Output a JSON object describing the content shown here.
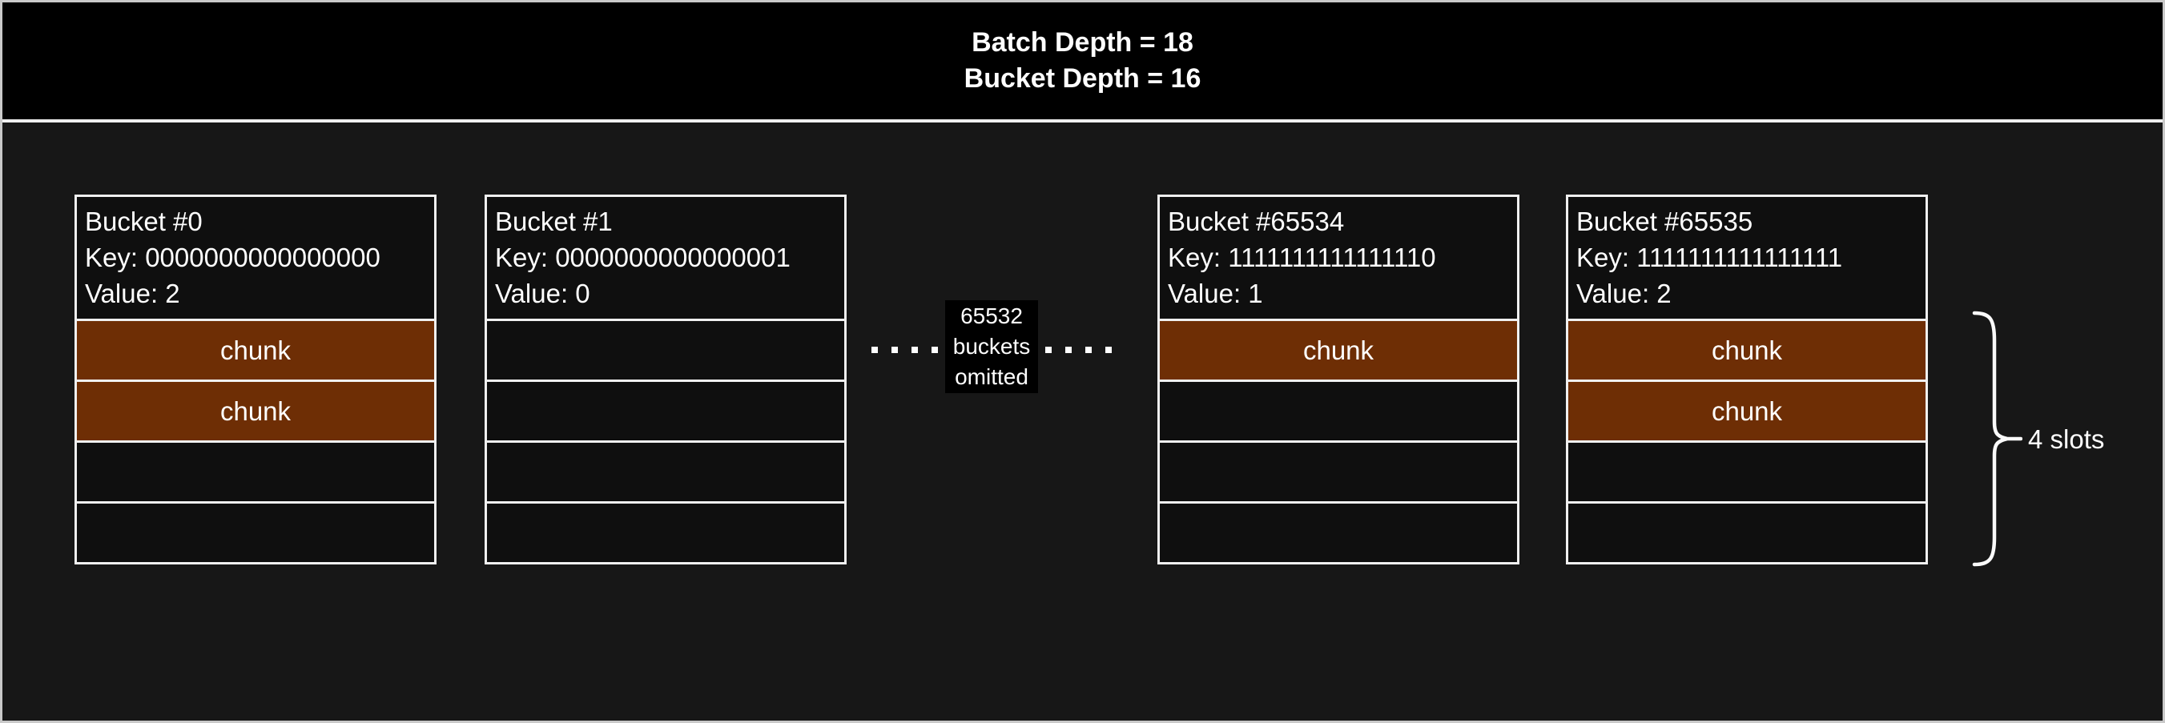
{
  "header": {
    "line1": "Batch Depth = 18",
    "line2": "Bucket Depth = 16"
  },
  "buckets": [
    {
      "title": "Bucket #0",
      "key_label": "Key: 0000000000000000",
      "value_label": "Value: 2",
      "slots": [
        {
          "type": "chunk",
          "label": "chunk"
        },
        {
          "type": "chunk",
          "label": "chunk"
        },
        {
          "type": "empty",
          "label": ""
        },
        {
          "type": "empty",
          "label": ""
        }
      ]
    },
    {
      "title": "Bucket #1",
      "key_label": "Key: 0000000000000001",
      "value_label": "Value: 0",
      "slots": [
        {
          "type": "empty",
          "label": ""
        },
        {
          "type": "empty",
          "label": ""
        },
        {
          "type": "empty",
          "label": ""
        },
        {
          "type": "empty",
          "label": ""
        }
      ]
    },
    {
      "title": "Bucket #65534",
      "key_label": "Key: 1111111111111110",
      "value_label": "Value: 1",
      "slots": [
        {
          "type": "chunk",
          "label": "chunk"
        },
        {
          "type": "empty",
          "label": ""
        },
        {
          "type": "empty",
          "label": ""
        },
        {
          "type": "empty",
          "label": ""
        }
      ]
    },
    {
      "title": "Bucket #65535",
      "key_label": "Key: 1111111111111111",
      "value_label": "Value: 2",
      "slots": [
        {
          "type": "chunk",
          "label": "chunk"
        },
        {
          "type": "chunk",
          "label": "chunk"
        },
        {
          "type": "empty",
          "label": ""
        },
        {
          "type": "empty",
          "label": ""
        }
      ]
    }
  ],
  "omitted": {
    "lines": [
      "65532",
      "buckets",
      "omitted"
    ],
    "dots_per_side": 4
  },
  "brace_label": "4 slots",
  "colors": {
    "chunk": "#6e2e05",
    "page_bg": "#171717",
    "title_band_bg": "#000000",
    "bucket_bg": "#0f0f0f",
    "border_white": "#f0f0f0",
    "outer_border": "#c9c9c9",
    "text": "#ffffff"
  }
}
